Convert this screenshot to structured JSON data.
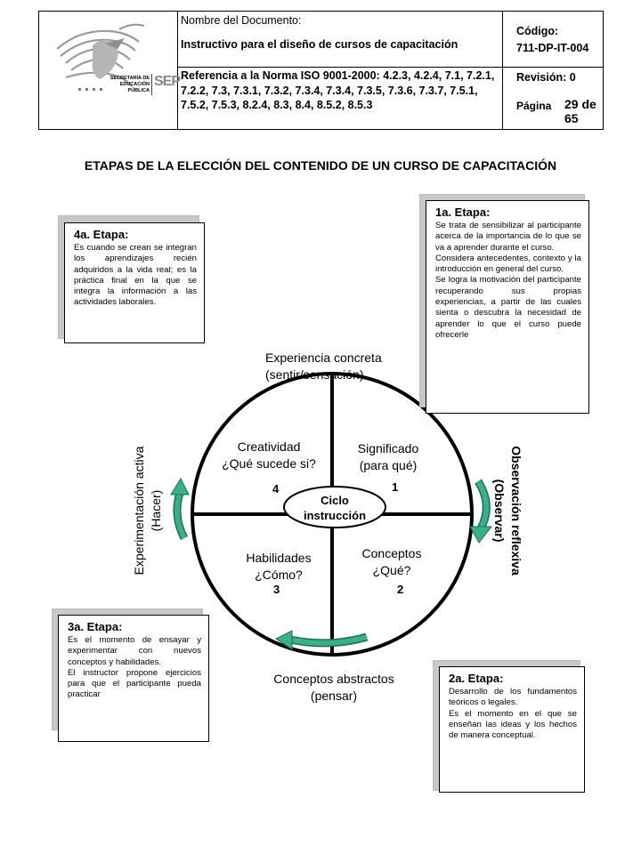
{
  "header": {
    "doc_name_label": "Nombre del Documento:",
    "doc_name": "Instructivo para el diseño de cursos de capacitación",
    "reference": "Referencia a la Norma ISO 9001-2000: 4.2.3, 4.2.4, 7.1, 7.2.1, 7.2.2, 7.3, 7.3.1, 7.3.2, 7.3.4, 7.3.4, 7.3.5, 7.3.6, 7.3.7, 7.5.1, 7.5.2, 7.5.3, 8.2.4, 8.3, 8.4, 8.5.2, 8.5.3",
    "code_label": "Código:",
    "code": "711-DP-IT-004",
    "revision": "Revisión: 0",
    "page_label": "Página",
    "page": "29 de 65",
    "logo_text": [
      "SECRETARÍA DE",
      "EDUCACIÓN",
      "PÚBLICA"
    ],
    "logo_sep": "SEP"
  },
  "title": "ETAPAS DE LA ELECCIÓN DEL CONTENIDO DE UN CURSO DE CAPACITACIÓN",
  "stages": {
    "s1": {
      "heading": "1a. Etapa:",
      "paragraphs": [
        "Se trata de sensibilizar al participante acerca de la importancia de lo que se va a aprender durante el curso.",
        "Considera antecedentes, contexto y la introducción en general del curso.",
        "Se logra la motivación del participante recuperando sus propias experiencias, a partir de las cuales sienta o descubra la necesidad de aprender lo que el curso puede ofrecerle"
      ]
    },
    "s2": {
      "heading": "2a. Etapa:",
      "paragraphs": [
        "Desarrollo de los fundamentos teóricos o legales.",
        "Es el momento en el que se enseñan las ideas y los hechos de manera conceptual."
      ]
    },
    "s3": {
      "heading": "3a. Etapa:",
      "paragraphs": [
        "Es el momento de ensayar y experimentar con nuevos conceptos y habilidades.",
        "El instructor propone ejercicios para que el participante pueda practicar"
      ]
    },
    "s4": {
      "heading": "4a. Etapa:",
      "paragraphs": [
        "Es cuando se crean se integran los aprendizajes recién adquiridos a la vida real; es la práctica final en la que se integra la información a las actividades laborales."
      ]
    }
  },
  "diagram": {
    "top": [
      "Experiencia concreta",
      "(sentir/sensación)"
    ],
    "bottom": [
      "Conceptos abstractos",
      "(pensar)"
    ],
    "left": [
      "Experimentación activa",
      "(Hacer)"
    ],
    "right": [
      "Observación reflexiva",
      "(Observar)"
    ],
    "center": [
      "Ciclo",
      "instrucción"
    ],
    "q1": [
      "Significado",
      "(para qué)"
    ],
    "q2": [
      "Conceptos",
      "¿Qué?"
    ],
    "q3": [
      "Habilidades",
      "¿Cómo?"
    ],
    "q4": [
      "Creatividad",
      "¿Qué sucede si?"
    ],
    "n1": "1",
    "n2": "2",
    "n3": "3",
    "n4": "4",
    "arrow_color": "#2e9e7a"
  }
}
